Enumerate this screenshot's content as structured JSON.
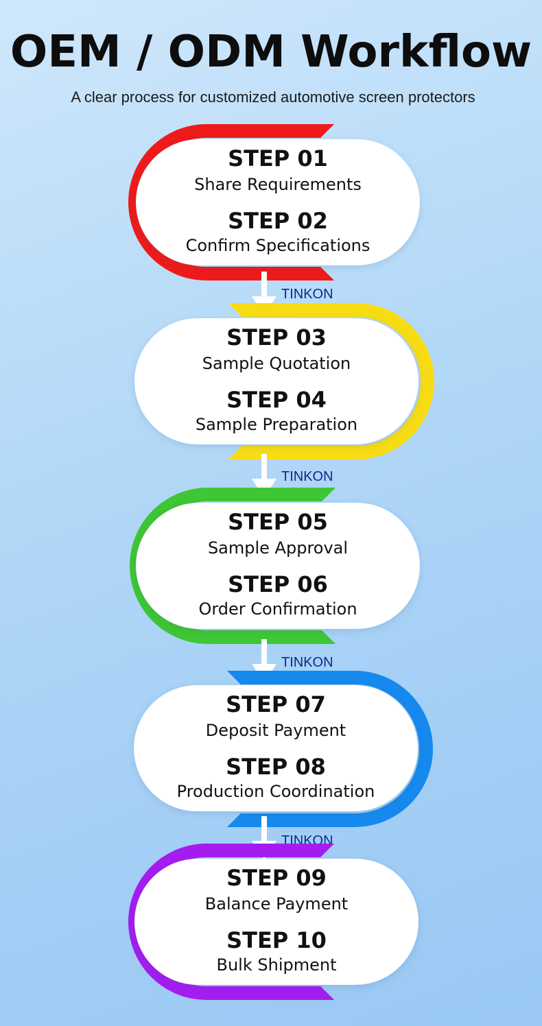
{
  "header": {
    "title": "OEM / ODM Workflow",
    "subtitle": "A clear process for customized automotive screen protectors"
  },
  "connector_label": "TINKON",
  "colors": {
    "red": "#ef1a1a",
    "yellow": "#f7dc14",
    "green": "#3ec634",
    "blue": "#1689ee",
    "purple": "#a41cf0",
    "brand_text": "#0d2b8a"
  },
  "groups": [
    {
      "color": "red",
      "steps": [
        {
          "number": "STEP 01",
          "label": "Share Requirements"
        },
        {
          "number": "STEP 02",
          "label": "Confirm Specifications"
        }
      ]
    },
    {
      "color": "yellow",
      "steps": [
        {
          "number": "STEP 03",
          "label": "Sample Quotation"
        },
        {
          "number": "STEP 04",
          "label": "Sample Preparation"
        }
      ]
    },
    {
      "color": "green",
      "steps": [
        {
          "number": "STEP 05",
          "label": "Sample Approval"
        },
        {
          "number": "STEP 06",
          "label": "Order Confirmation"
        }
      ]
    },
    {
      "color": "blue",
      "steps": [
        {
          "number": "STEP 07",
          "label": "Deposit Payment"
        },
        {
          "number": "STEP 08",
          "label": "Production Coordination"
        }
      ]
    },
    {
      "color": "purple",
      "steps": [
        {
          "number": "STEP 09",
          "label": "Balance Payment"
        },
        {
          "number": "STEP 10",
          "label": "Bulk Shipment"
        }
      ]
    }
  ]
}
